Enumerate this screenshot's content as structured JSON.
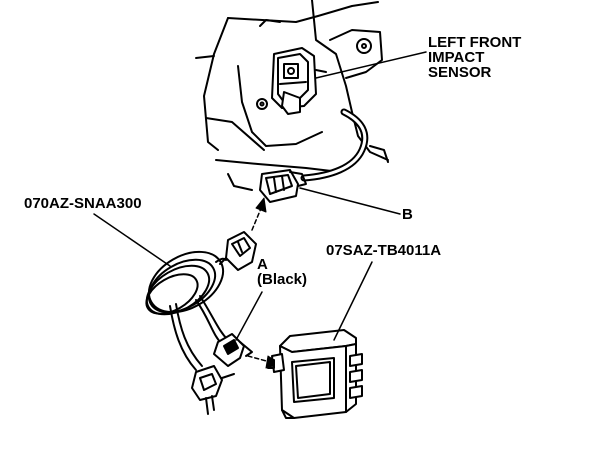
{
  "labels": {
    "sensor_line1": "LEFT FRONT",
    "sensor_line2": "IMPACT",
    "sensor_line3": "SENSOR",
    "connector_b": "B",
    "harness_part": "070AZ-SNAA300",
    "tester_part": "07SAZ-TB4011A",
    "connector_a": "A",
    "connector_a_color": "(Black)"
  },
  "colors": {
    "ink": "#000000",
    "background": "#ffffff"
  }
}
